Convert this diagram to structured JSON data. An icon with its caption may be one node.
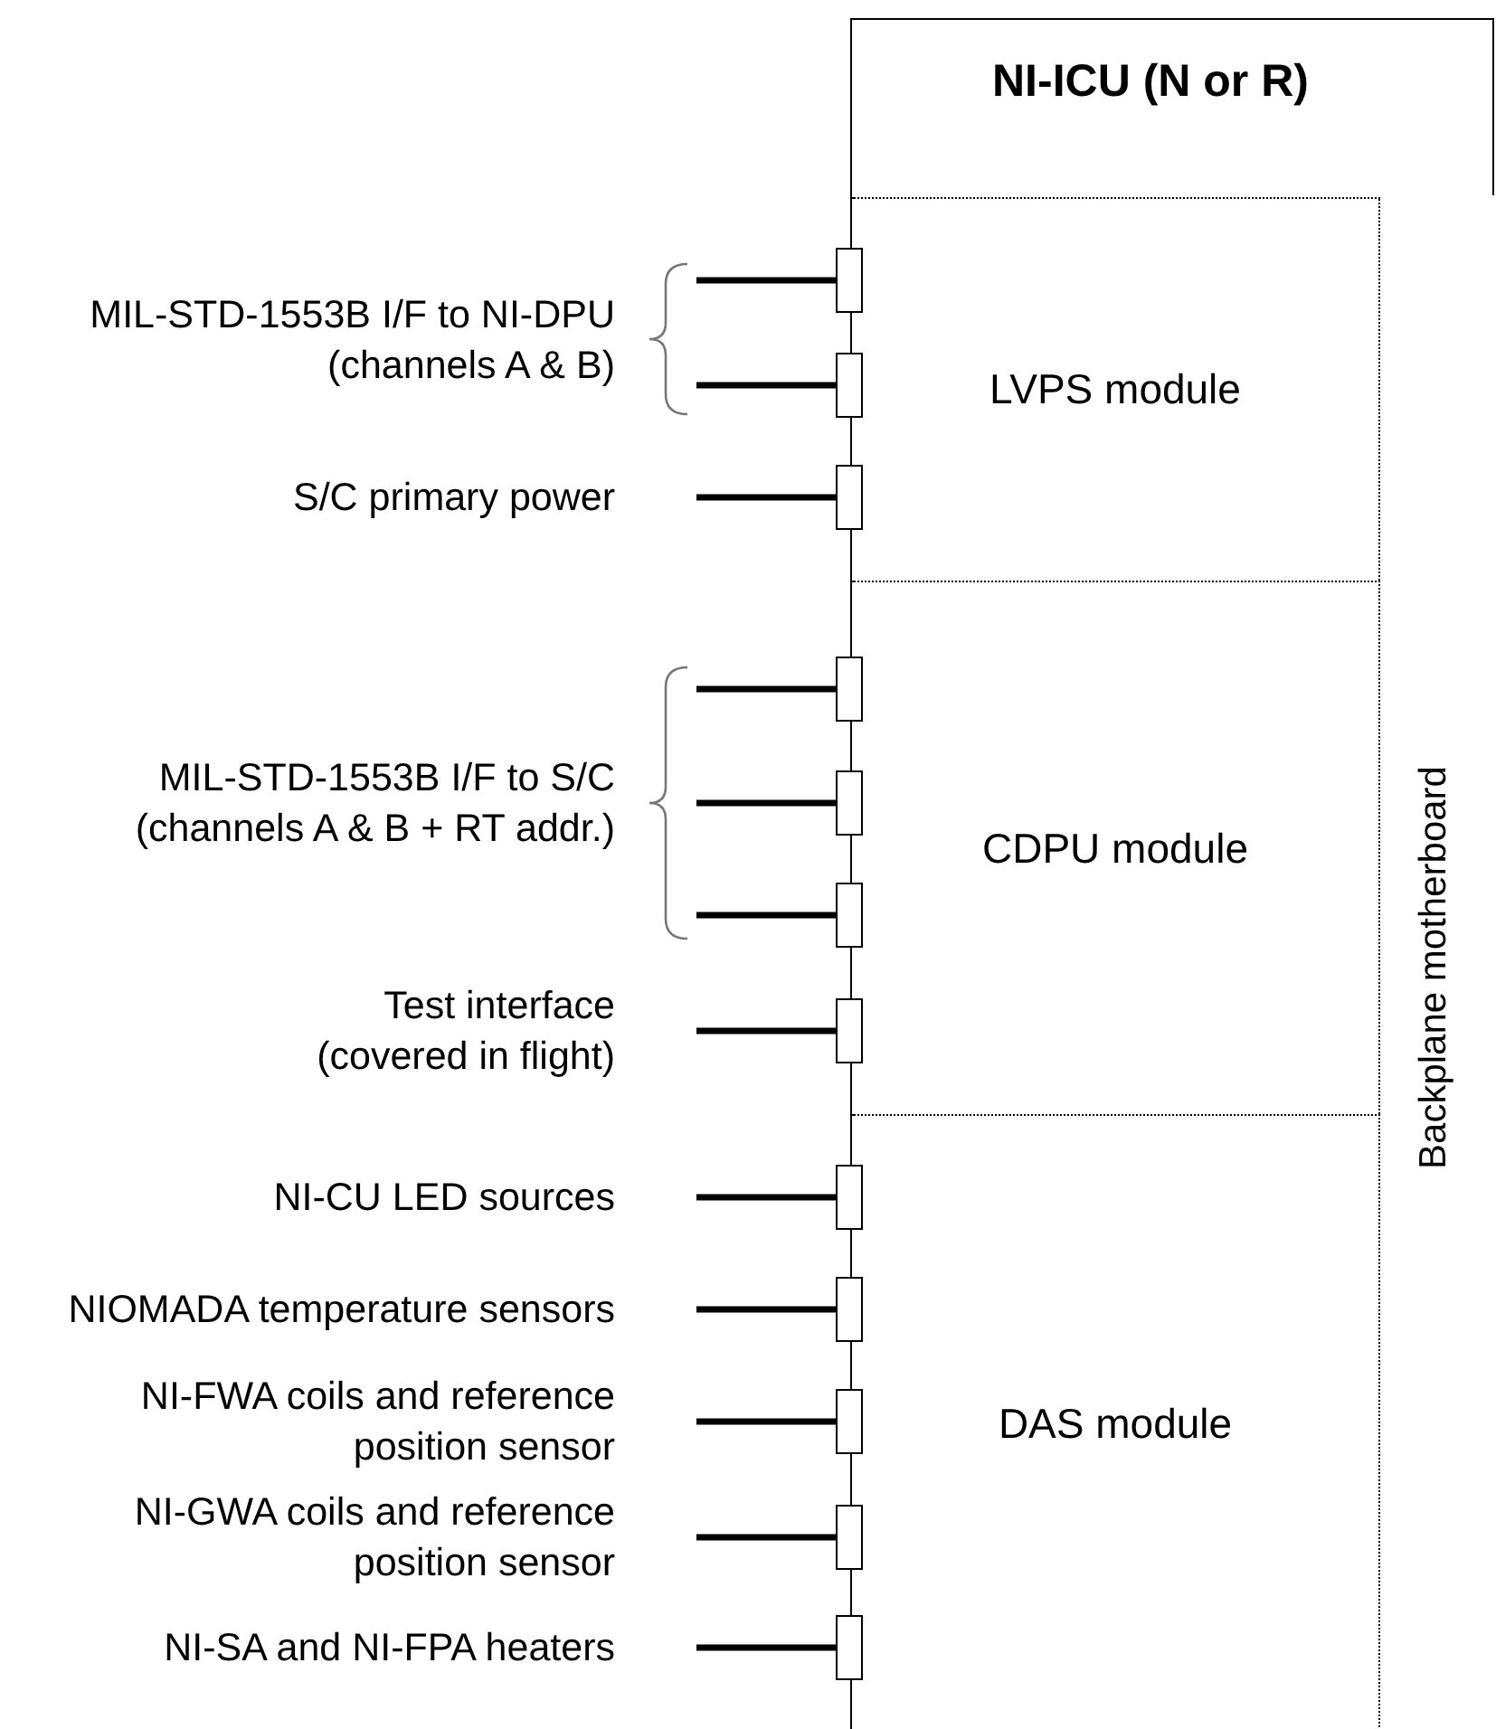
{
  "diagram": {
    "nodes": [
      {
        "text": [
          "NI-ICU (N or R)"
        ]
      },
      {
        "text": [
          "LVPS module"
        ],
        "in": 0
      },
      {
        "text": [
          "CDPU module"
        ],
        "in": 0
      },
      {
        "text": [
          "DAS module"
        ],
        "in": 0
      },
      {
        "text": [],
        "shape": "box"
      },
      {
        "text": [],
        "shape": "box"
      },
      {
        "text": [],
        "shape": "box"
      },
      {
        "text": [],
        "shape": "box"
      },
      {
        "text": [],
        "shape": "box"
      },
      {
        "text": [],
        "shape": "box"
      },
      {
        "text": [],
        "shape": "box"
      },
      {
        "text": [],
        "shape": "box"
      },
      {
        "text": [],
        "shape": "box"
      },
      {
        "text": [],
        "shape": "box"
      },
      {
        "text": [],
        "shape": "box"
      },
      {
        "text": [],
        "shape": "box"
      },
      {
        "text": [
          "MIL-STD-1553B I/F to NI-DPU (channels A & B)"
        ]
      },
      {
        "text": [
          "S/C primary power"
        ]
      },
      {
        "text": [
          "MIL-STD-1553B I/F to S/C (channels A & B + RT addr.)"
        ]
      },
      {
        "text": [
          "Test interface (covered in flight)"
        ]
      },
      {
        "text": [
          "NI-CU LED sources"
        ]
      },
      {
        "text": [
          "NIOMADA temperature sensors"
        ]
      },
      {
        "text": [
          "NI-FWA coils and reference position sensor"
        ]
      },
      {
        "text": [
          "NI-GWA coils and reference position sensor"
        ]
      },
      {
        "text": [
          "NI-SA and NI-FPA heaters"
        ]
      }
    ],
    "edges": [
      {
        "from": 16,
        "to": 4,
        "arrow": "none"
      },
      {
        "from": 16,
        "to": 5,
        "arrow": "none"
      },
      {
        "from": 17,
        "to": 6,
        "arrow": "none"
      },
      {
        "from": 18,
        "to": 7,
        "arrow": "none"
      },
      {
        "from": 18,
        "to": 8,
        "arrow": "none"
      },
      {
        "from": 18,
        "to": 9,
        "arrow": "none"
      },
      {
        "from": 19,
        "to": 10,
        "arrow": "none"
      },
      {
        "from": 20,
        "to": 11,
        "arrow": "none"
      },
      {
        "from": 21,
        "to": 12,
        "arrow": "none"
      },
      {
        "from": 22,
        "to": 13,
        "arrow": "none"
      },
      {
        "from": 23,
        "to": 14,
        "arrow": "none"
      },
      {
        "from": 24,
        "to": 15,
        "arrow": "none"
      }
    ],
    "labels": [
      "Backplane motherboard"
    ]
  }
}
